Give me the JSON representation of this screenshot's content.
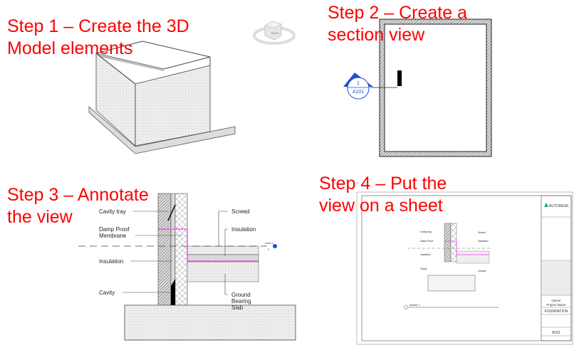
{
  "steps": [
    {
      "line1": "Step 1 – Create the 3D",
      "line2": "Model elements"
    },
    {
      "line1": "Step 2 – Create a",
      "line2": "section view"
    },
    {
      "line1": "Step 3 – Annotate",
      "line2": "the view"
    },
    {
      "line1": "Step 4 – Put the",
      "line2": "view on a sheet"
    }
  ],
  "viewcube": {
    "face": "BACK"
  },
  "section_marker": {
    "number": "1",
    "sheet": "A101"
  },
  "detail": {
    "labels": {
      "cavity_tray": "Cavity tray",
      "dpm1": "Damp Proof",
      "dpm2": "Membrane",
      "insulation_left": "Insulation",
      "cavity": "Cavity",
      "screed": "Screed",
      "insulation_right": "Insulation",
      "gbs1": "Ground",
      "gbs2": "Bearing",
      "gbs3": "Slab",
      "level": "Level 1",
      "level_value": "0"
    }
  },
  "sheet": {
    "brand": "AUTODESK",
    "owner": "Owner",
    "project_name": "Project Name",
    "sheet_name": "FOUNDATION",
    "sheet_number": "A101",
    "view_title": "Section 1"
  },
  "colors": {
    "step_text": "#ff0000",
    "membrane": "#ff33ff",
    "marker": "#1f4fd8"
  }
}
